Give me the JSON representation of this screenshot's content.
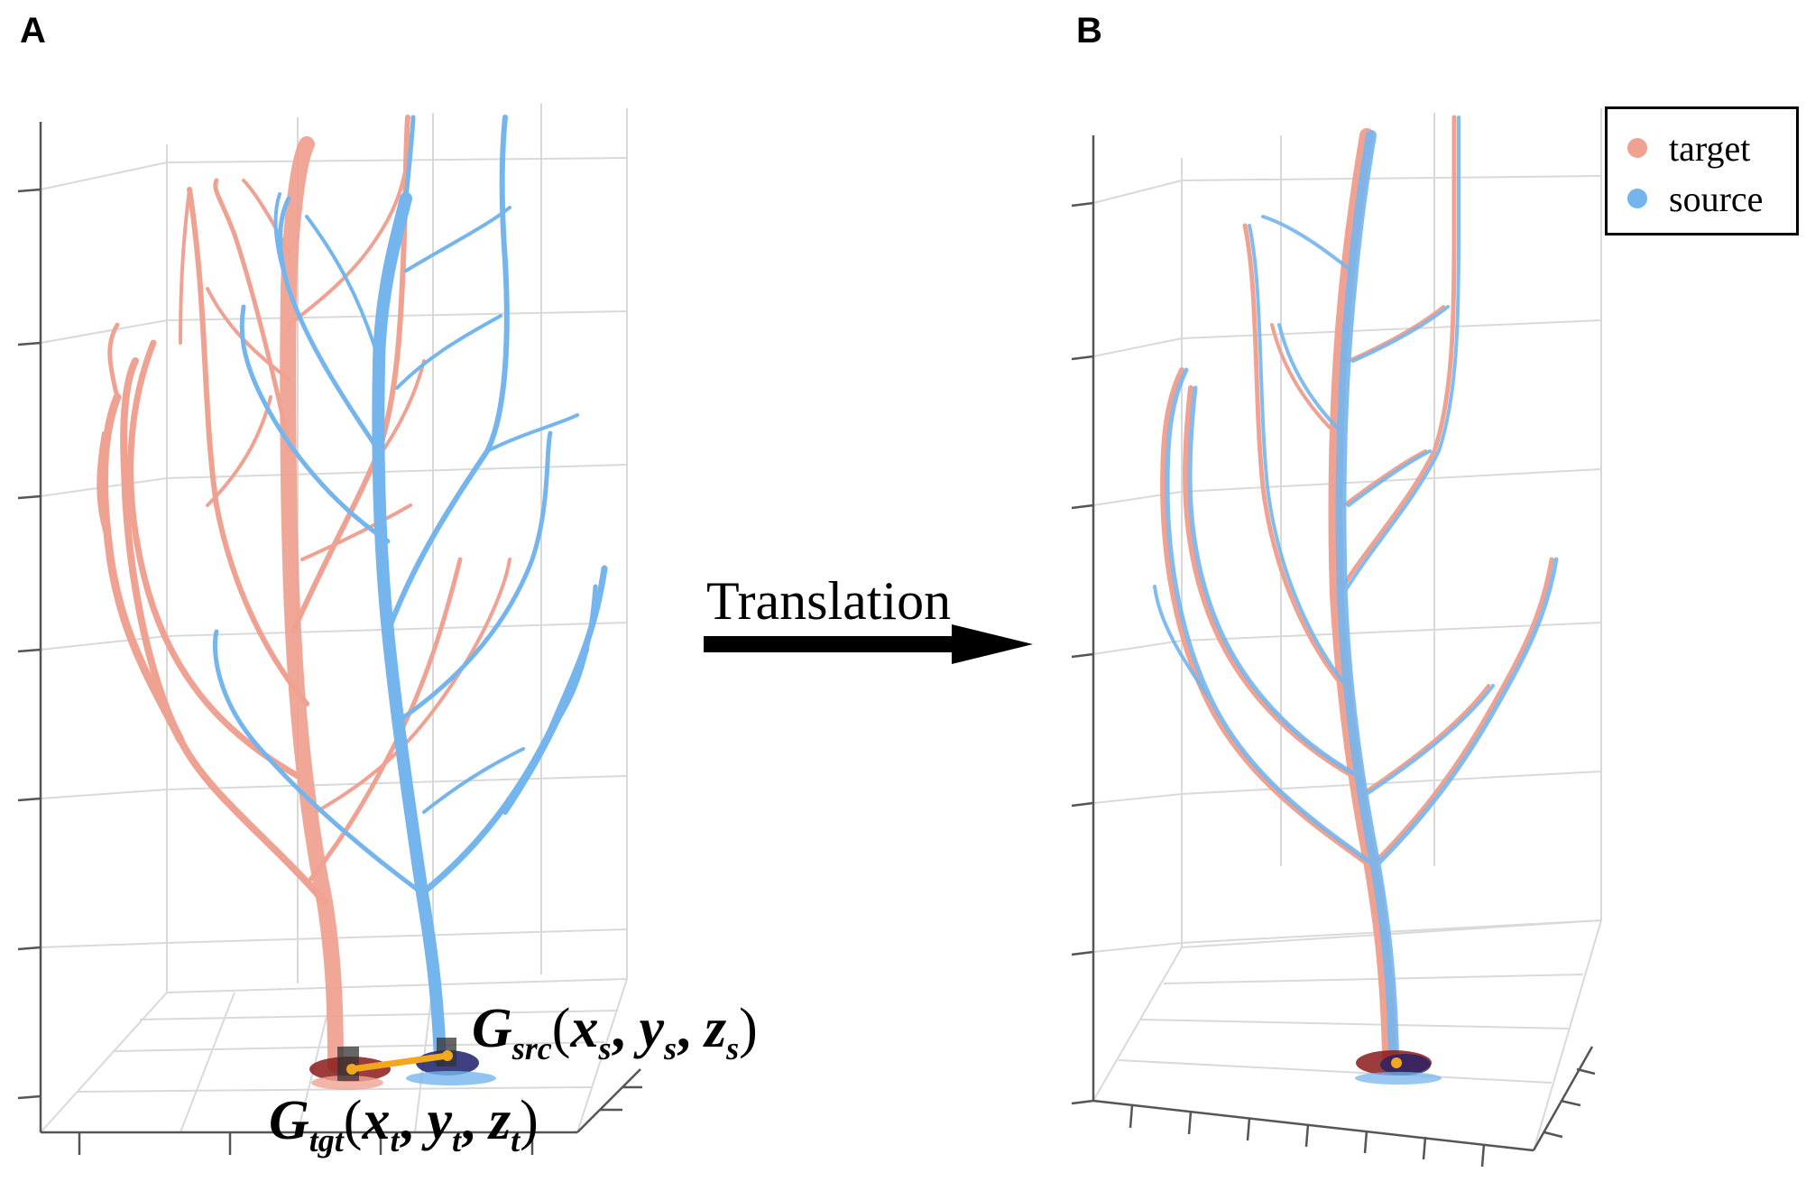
{
  "panels": {
    "a": {
      "letter": "A"
    },
    "b": {
      "letter": "B"
    }
  },
  "arrow": {
    "label": "Translation"
  },
  "legend": {
    "items": [
      {
        "label": "target",
        "color": "#f0a292"
      },
      {
        "label": "source",
        "color": "#75b5ee"
      }
    ]
  },
  "annotations": {
    "source_centroid": {
      "base": "G",
      "sub": "src",
      "args": [
        "x",
        "s",
        "y",
        "s",
        "z",
        "s"
      ]
    },
    "target_centroid": {
      "base": "G",
      "sub": "tgt",
      "args": [
        "x",
        "t",
        "y",
        "t",
        "z",
        "t"
      ]
    }
  },
  "colors": {
    "target": "#f0a292",
    "source": "#75b5ee",
    "target_base": "#8b1a1a",
    "source_base": "#1d1f6b",
    "connector": "#f2a81d",
    "grid": "#d9d9d9"
  }
}
